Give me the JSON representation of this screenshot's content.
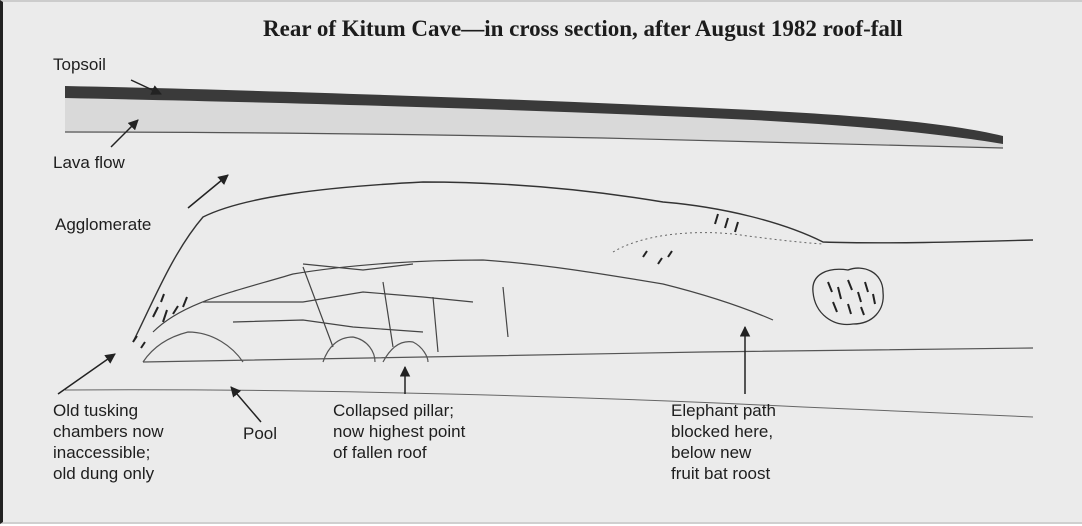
{
  "title": "Rear of Kitum Cave—in cross section, after August 1982 roof-fall",
  "labels": {
    "topsoil": "Topsoil",
    "lava_flow": "Lava flow",
    "agglomerate": "Agglomerate",
    "old_tusking": "Old tusking\nchambers now\ninaccessible;\nold dung only",
    "pool": "Pool",
    "collapsed_pillar": "Collapsed pillar;\nnow highest point\nof fallen roof",
    "elephant_path": "Elephant path\nblocked here,\nbelow new\nfruit bat roost"
  },
  "colors": {
    "background": "#ebebeb",
    "topsoil": "#3a3a3a",
    "lava_band": "#d6d6d6",
    "ink": "#222222"
  }
}
